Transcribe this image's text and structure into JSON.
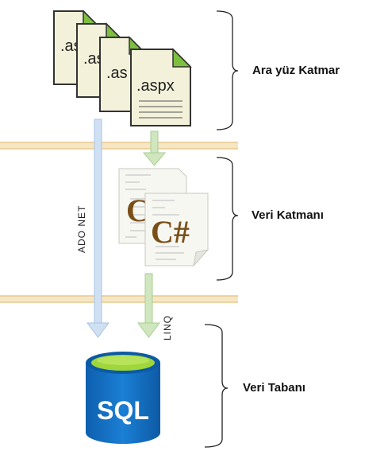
{
  "layers": {
    "presentation": {
      "label": "Ara yüz Katmar"
    },
    "business": {
      "label": "Veri Katmanı"
    },
    "database": {
      "label": "Veri Tabanı"
    }
  },
  "files": {
    "aspx_partial_1": ".as",
    "aspx_partial_2": ".as",
    "aspx_partial_3": ".as",
    "aspx_full": ".aspx"
  },
  "code_doc": {
    "glyph": "C#"
  },
  "database_icon": {
    "label": "SQL"
  },
  "connectors": {
    "ado": {
      "label": "ADO NET"
    },
    "linq": {
      "label": "LINQ"
    }
  },
  "colors": {
    "separator": "#f2d9a8",
    "arrow_blue": "#c7d9ef",
    "arrow_green": "#c7e2b4",
    "doc_fill": "#f3f1d9",
    "doc_corner": "#7fbf3f",
    "sql_blue": "#1877c9",
    "sql_top": "#9fd63a",
    "csharp_brown": "#7a4f17",
    "bracket": "#222222"
  }
}
